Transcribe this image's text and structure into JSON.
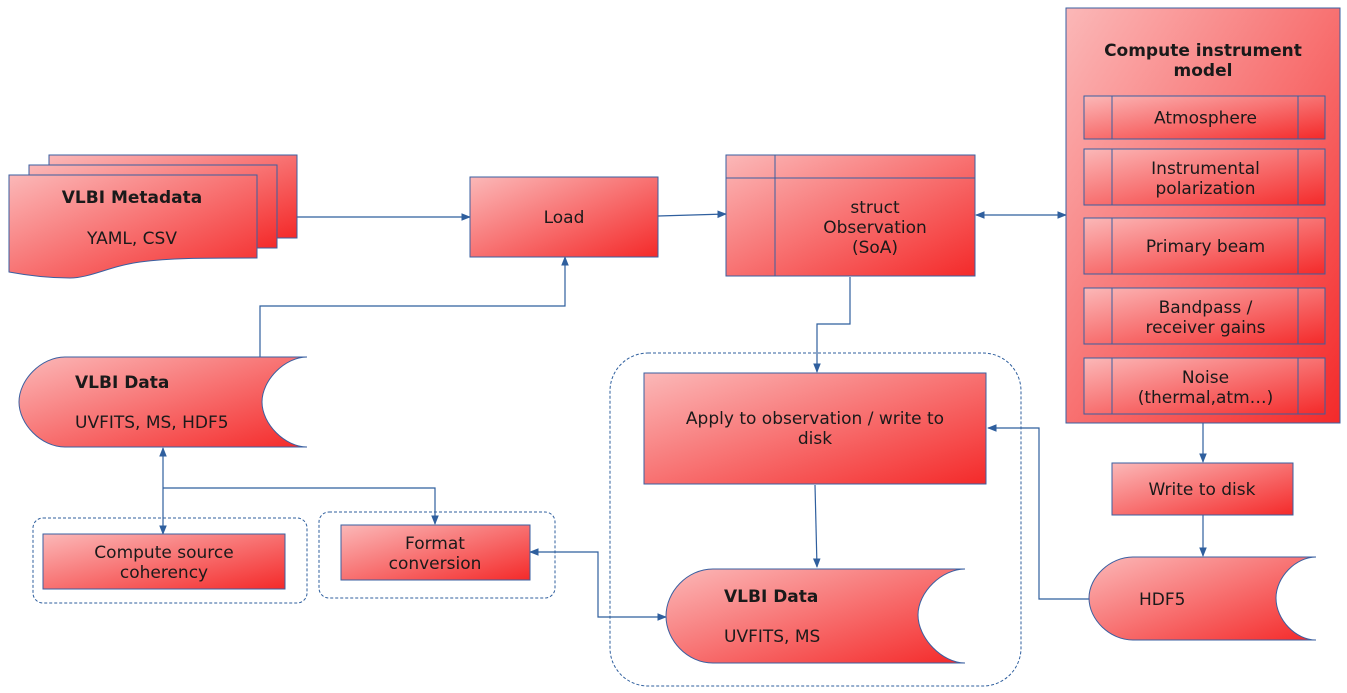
{
  "diagram": {
    "nodes": {
      "vlbi_metadata": {
        "title": "VLBI Metadata",
        "subtitle": "YAML, CSV"
      },
      "load": {
        "label": "Load"
      },
      "struct_observation": {
        "line1": "struct",
        "line2": "Observation",
        "line3": "(SoA)"
      },
      "instrument_model": {
        "title_line1": "Compute instrument",
        "title_line2": "model",
        "items": [
          {
            "line1": "Atmosphere",
            "line2": ""
          },
          {
            "line1": "Instrumental",
            "line2": "polarization"
          },
          {
            "line1": "Primary beam",
            "line2": ""
          },
          {
            "line1": "Bandpass /",
            "line2": "receiver gains"
          },
          {
            "line1": "Noise",
            "line2": "(thermal,atm…)"
          }
        ]
      },
      "vlbi_data_input": {
        "title": "VLBI Data",
        "subtitle": "UVFITS, MS, HDF5"
      },
      "compute_coherency": {
        "line1": "Compute source",
        "line2": "coherency"
      },
      "format_conversion": {
        "line1": "Format",
        "line2": "conversion"
      },
      "apply_write": {
        "line1": "Apply to observation / write to",
        "line2": "disk"
      },
      "vlbi_data_output": {
        "title": "VLBI Data",
        "subtitle": "UVFITS, MS"
      },
      "write_to_disk": {
        "label": "Write to disk"
      },
      "hdf5": {
        "label": "HDF5"
      }
    }
  }
}
